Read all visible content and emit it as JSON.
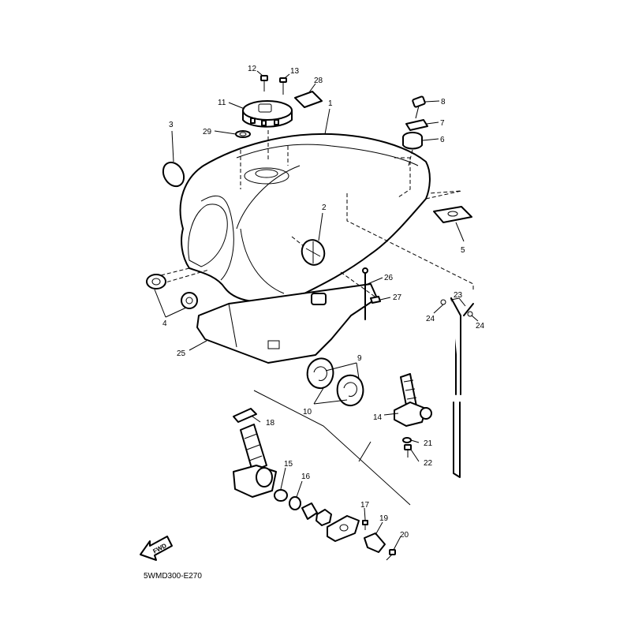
{
  "diagram": {
    "drawing_code": "5WMD300-E270",
    "fwd_label": "FWD",
    "callouts": [
      "1",
      "2",
      "3",
      "4",
      "5",
      "6",
      "7",
      "8",
      "9",
      "10",
      "11",
      "12",
      "13",
      "14",
      "15",
      "16",
      "17",
      "18",
      "19",
      "20",
      "21",
      "22",
      "23",
      "24",
      "25",
      "26",
      "27",
      "28",
      "29"
    ]
  }
}
